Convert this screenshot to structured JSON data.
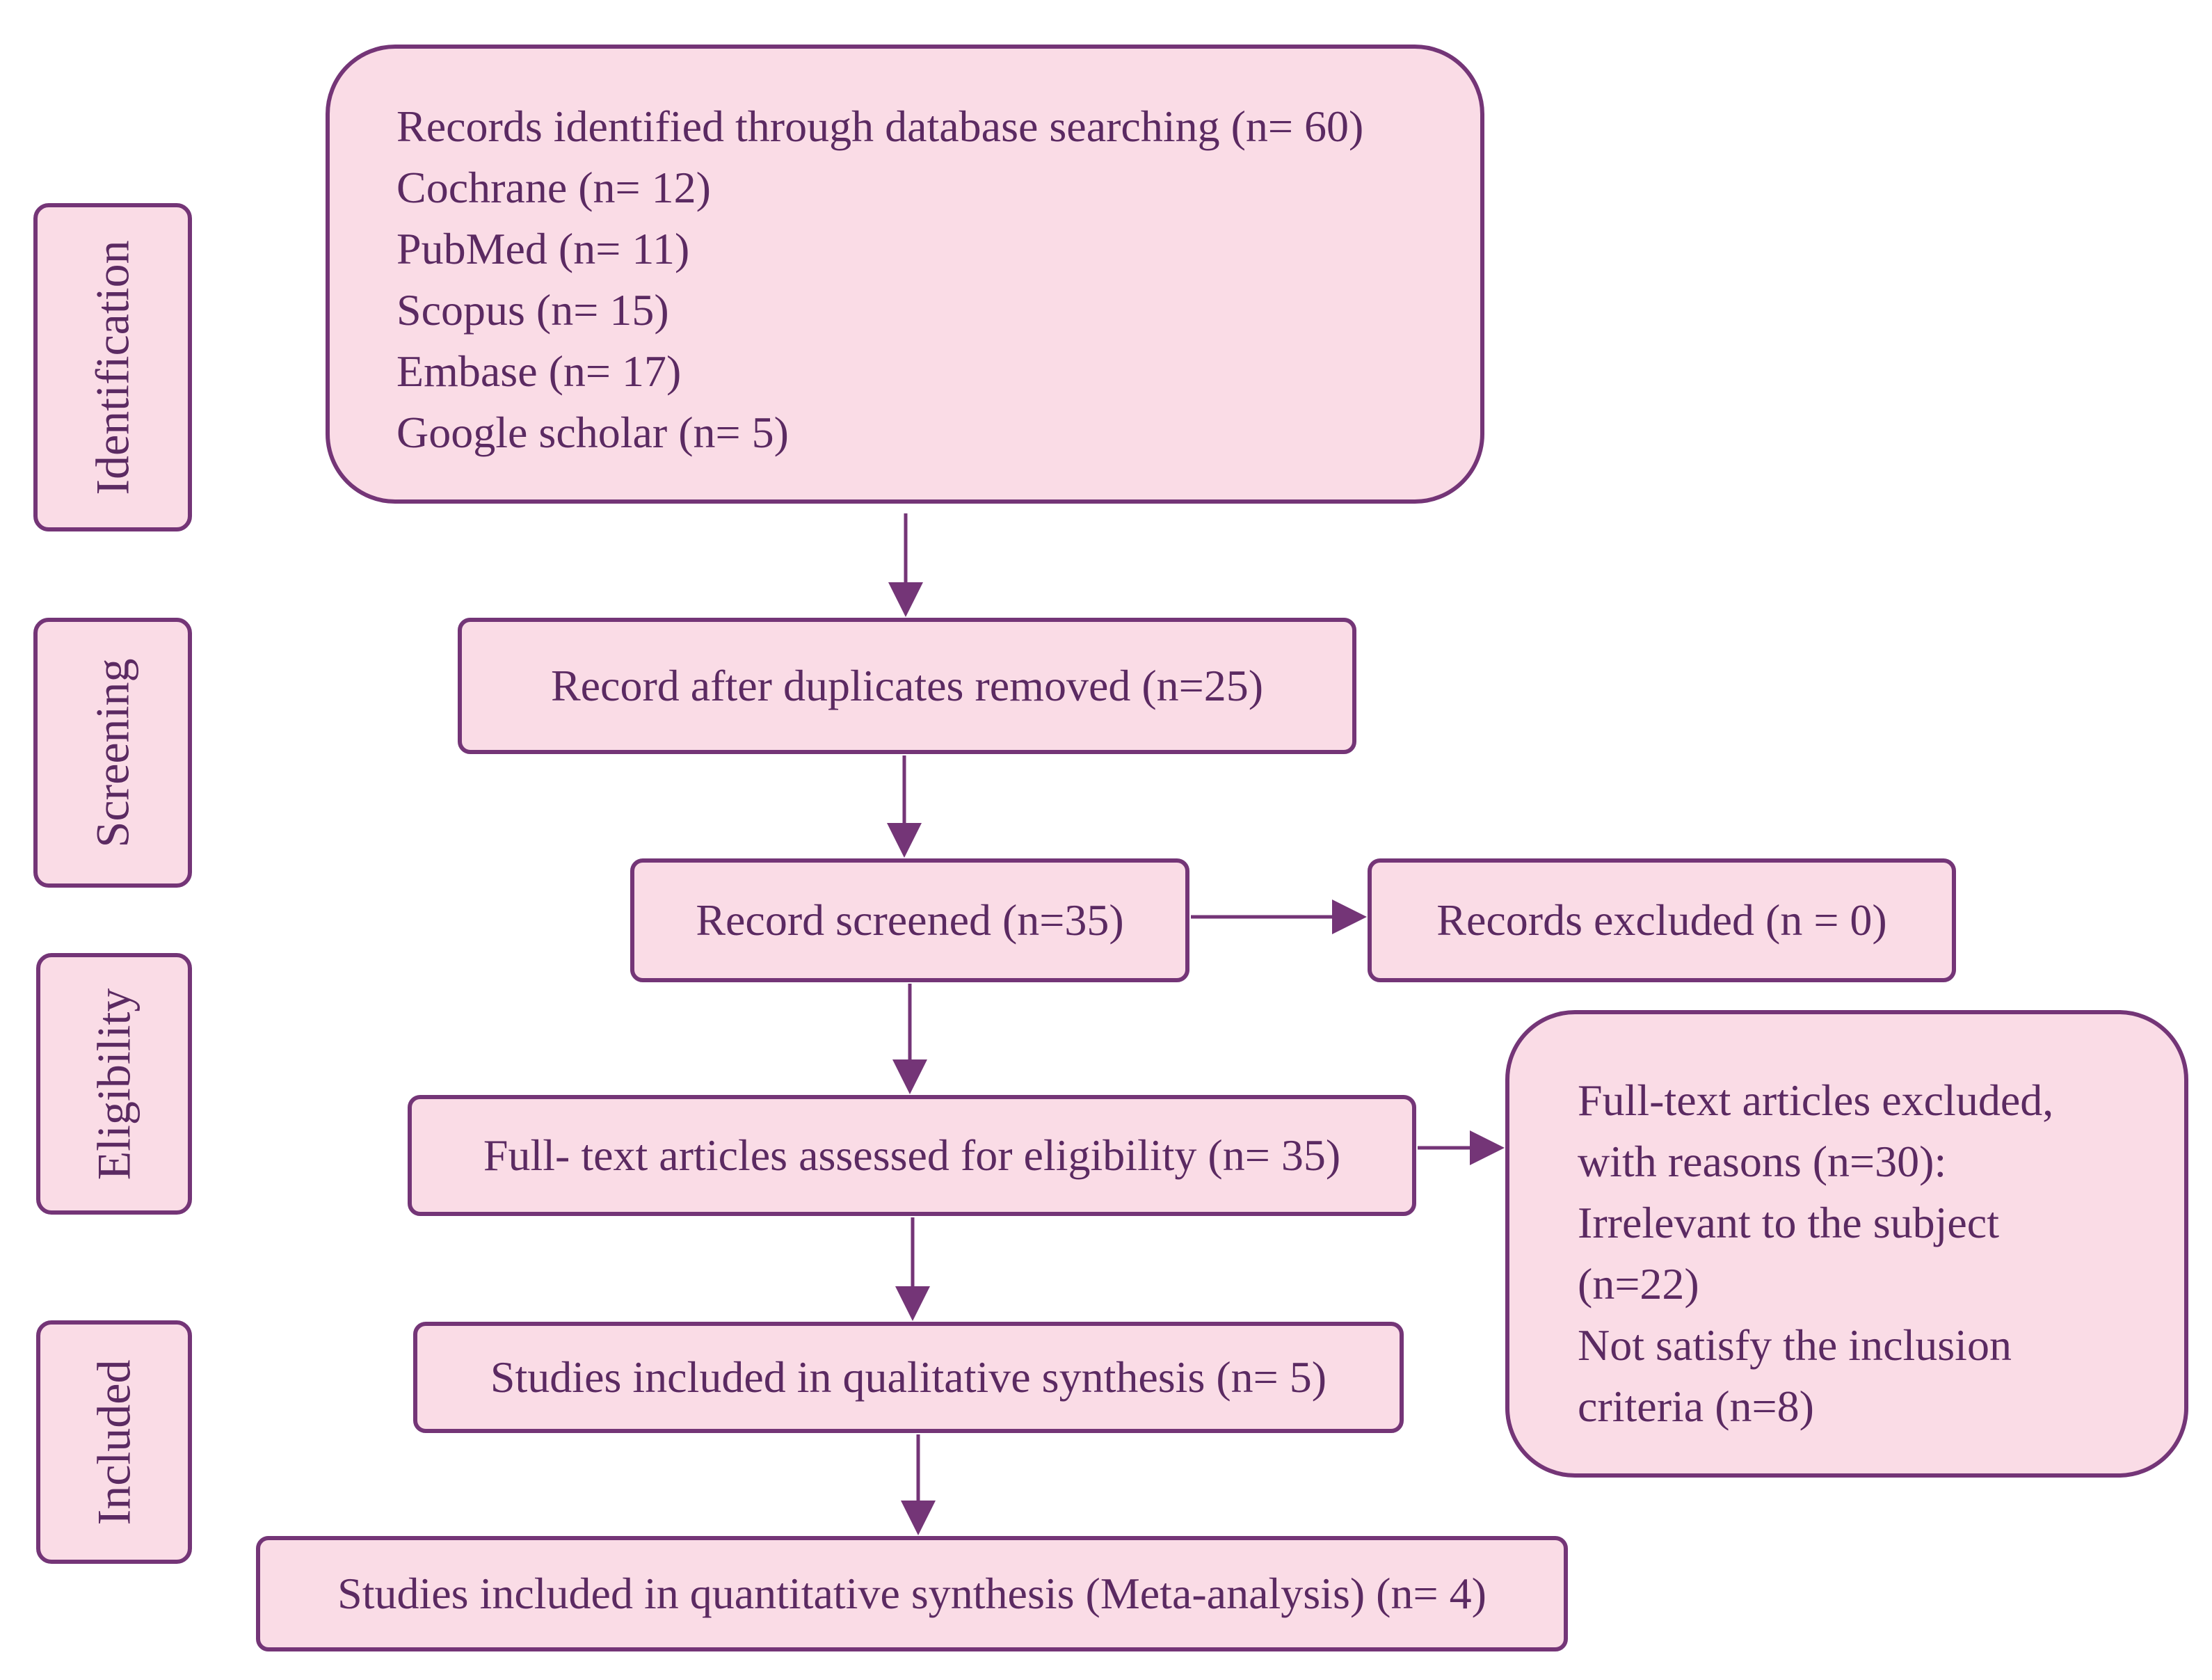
{
  "phases": {
    "identification": "Identification",
    "screening": "Screening",
    "eligibility": "Eligibility",
    "included": "Included"
  },
  "identification_box": {
    "lines": [
      "Records identified through database searching (n= 60)",
      "Cochrane (n= 12)",
      "PubMed (n= 11)",
      "Scopus (n= 15)",
      "Embase (n= 17)",
      "Google scholar (n= 5)"
    ]
  },
  "duplicates_removed": "Record after duplicates removed (n=25)",
  "screened": "Record screened (n=35)",
  "excluded": "Records excluded (n = 0)",
  "fulltext_assessed": "Full- text articles assessed for eligibility (n= 35)",
  "fulltext_excluded": {
    "lines": [
      "Full-text articles excluded,",
      "with reasons (n=30):",
      "Irrelevant to the subject",
      "(n=22)",
      "Not satisfy the inclusion",
      "criteria (n=8)"
    ]
  },
  "qualitative": "Studies included in qualitative synthesis (n= 5)",
  "quantitative": "Studies included in quantitative synthesis (Meta-analysis) (n= 4)",
  "colors": {
    "fill": "#fadce6",
    "stroke": "#743577",
    "text": "#5b2a62"
  }
}
